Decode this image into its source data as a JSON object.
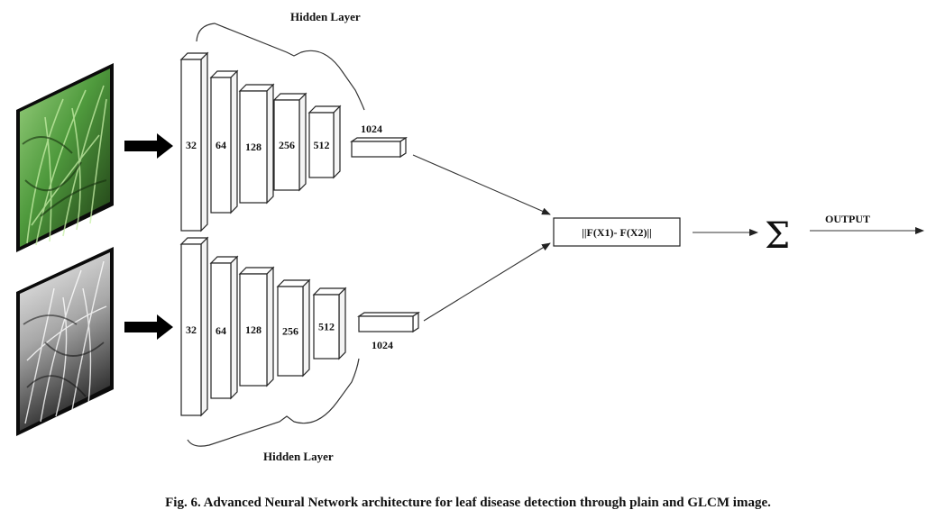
{
  "top_branch": {
    "layers": [
      "32",
      "64",
      "128",
      "256",
      "512"
    ],
    "dense_label": "1024",
    "brace_label": "Hidden Layer",
    "image_name": "plain-leaf-image"
  },
  "bottom_branch": {
    "layers": [
      "32",
      "64",
      "128",
      "256",
      "512"
    ],
    "dense_label": "1024",
    "brace_label": "Hidden Layer",
    "image_name": "glcm-leaf-image"
  },
  "distance_label": "||F(X1)- F(X2)||",
  "sum_symbol": "Σ",
  "output_label": "OUTPUT",
  "caption": "Fig. 6. Advanced Neural Network architecture for leaf disease detection through plain and GLCM image.",
  "colors": {
    "leaf_green": "#5fa84a",
    "leaf_dark": "#1f3a16",
    "glcm_light": "#d8d8d8",
    "glcm_dark": "#222222",
    "stroke": "#222222"
  }
}
